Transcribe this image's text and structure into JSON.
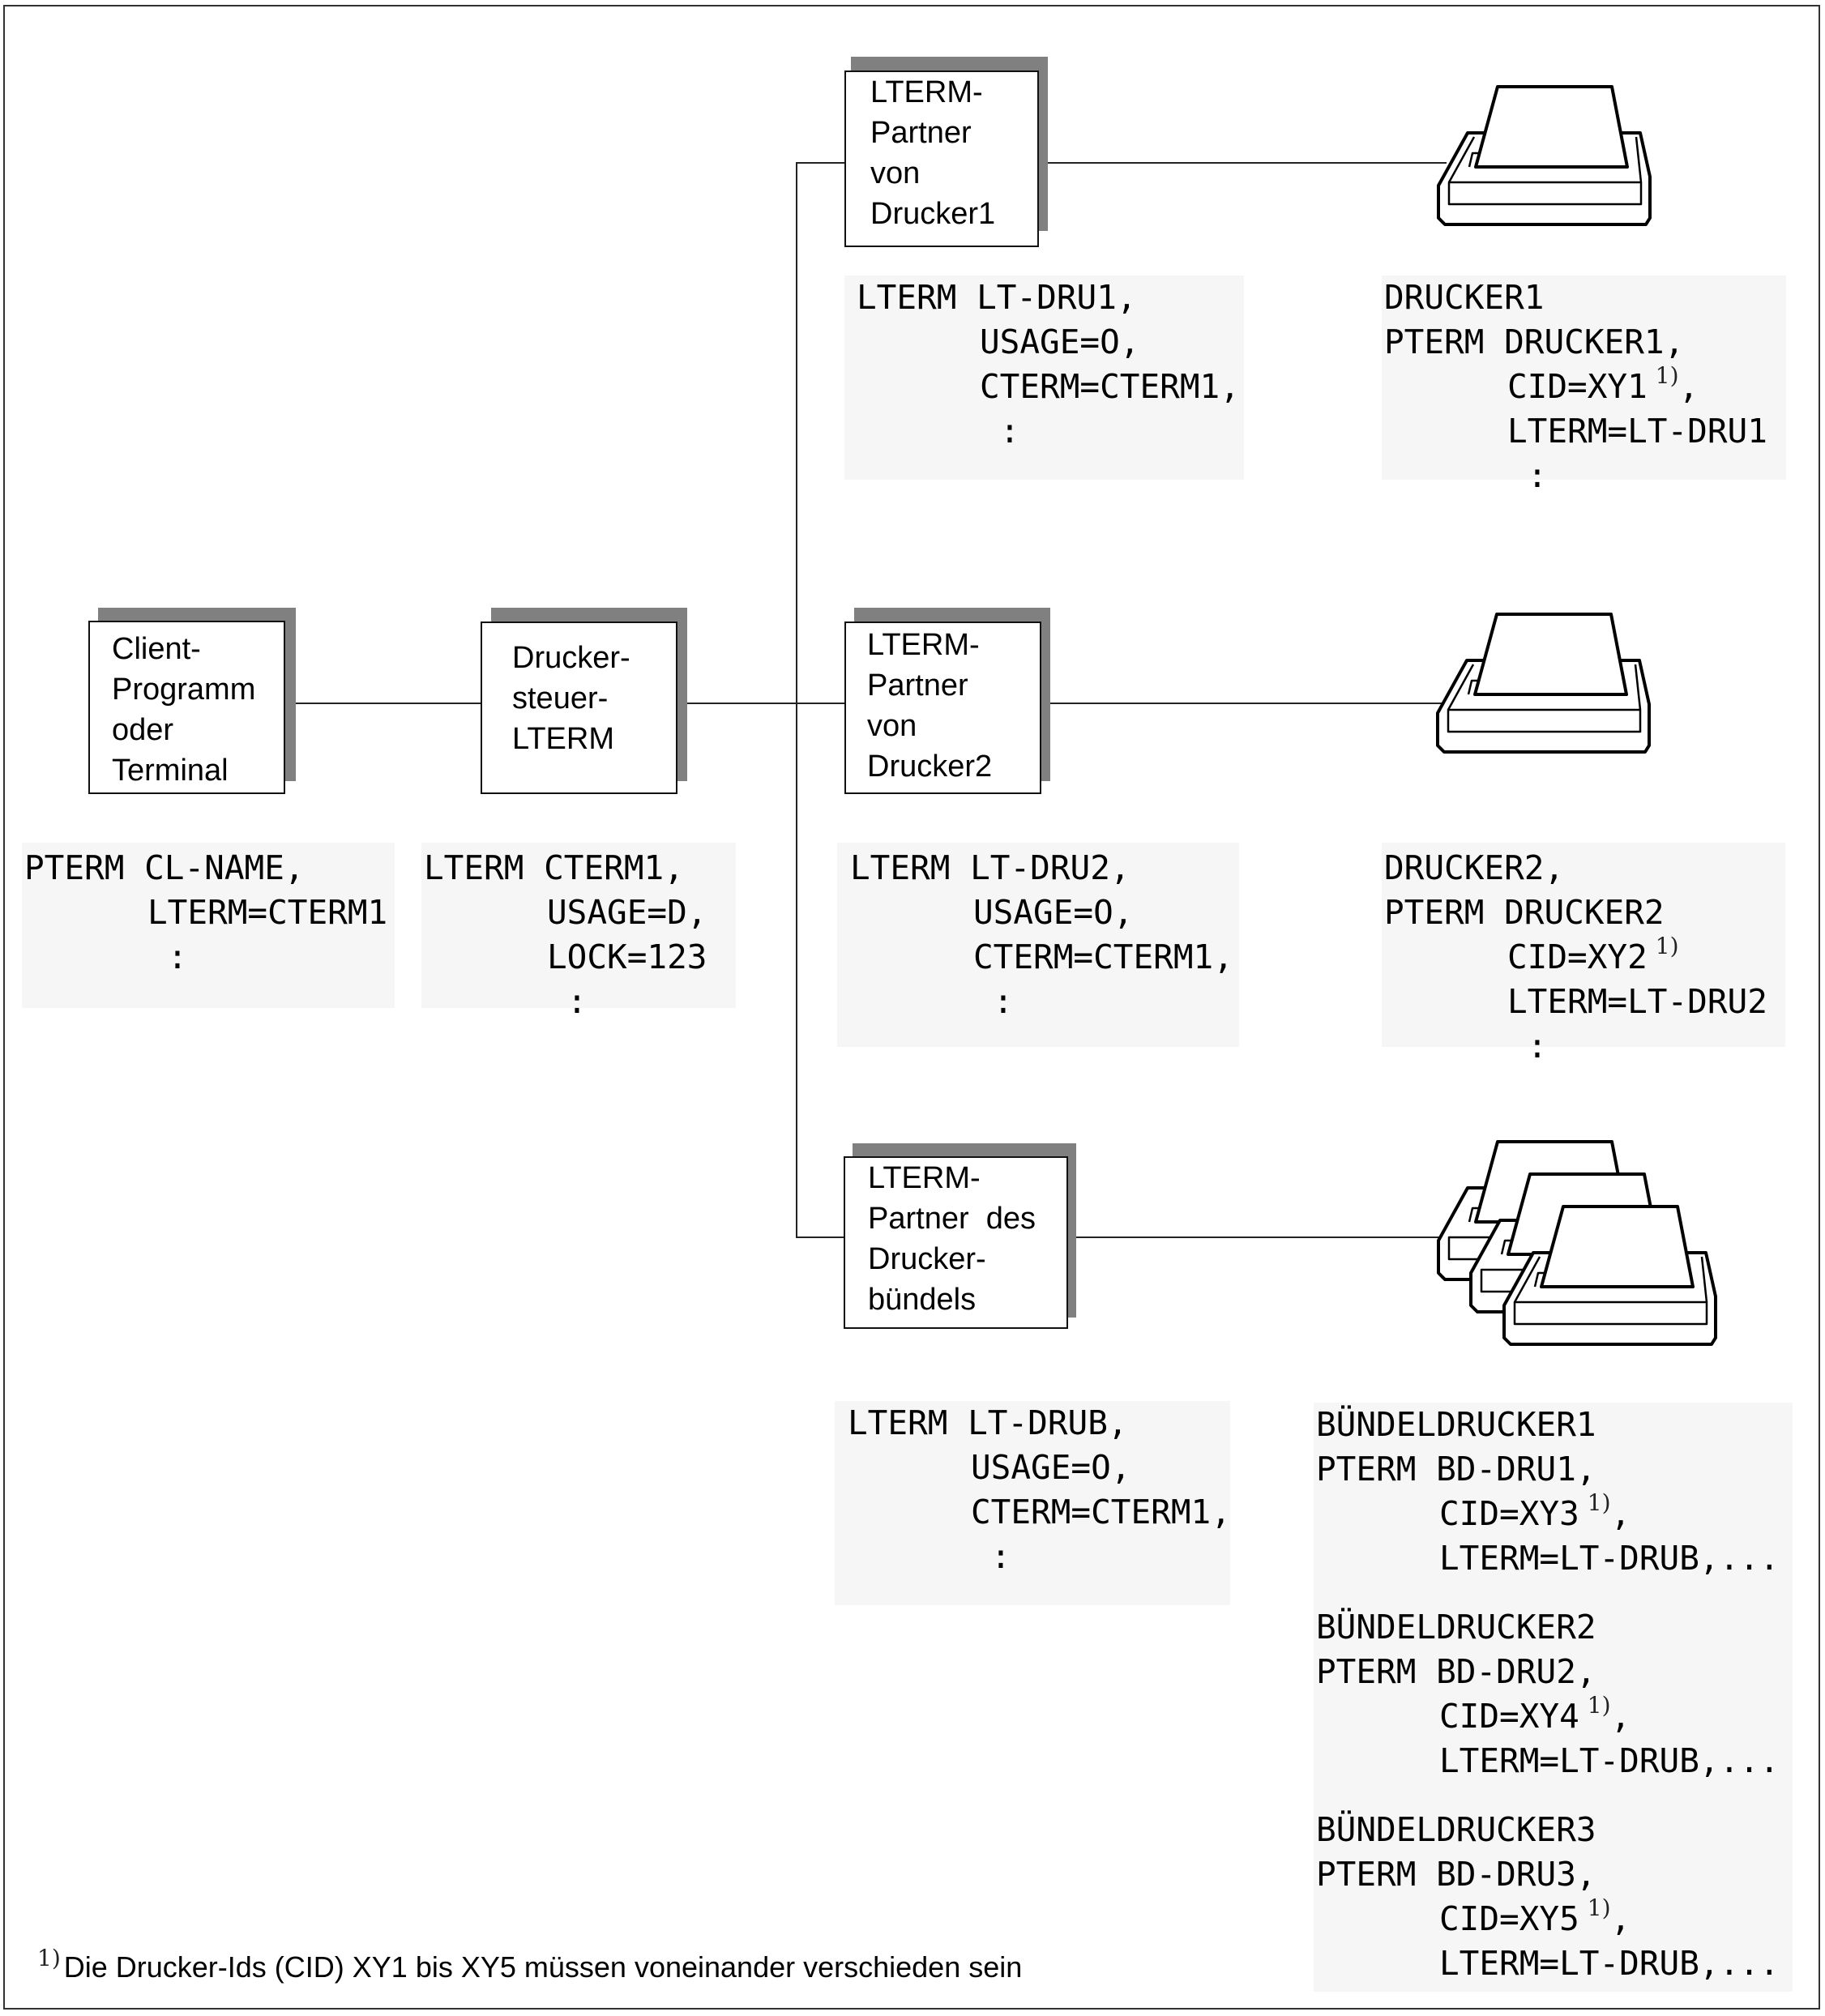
{
  "diagram": {
    "nodes": {
      "client": {
        "lines": [
          "Client-",
          "Programm",
          "oder",
          "Terminal"
        ]
      },
      "control_lterm": {
        "lines": [
          "Drucker-",
          "steuer-",
          "LTERM"
        ]
      },
      "lterm_partner_1": {
        "lines": [
          "LTERM-",
          "Partner",
          "von",
          "Drucker1"
        ]
      },
      "lterm_partner_2": {
        "lines": [
          "LTERM-",
          "Partner",
          "von",
          "Drucker2"
        ]
      },
      "lterm_partner_bundle": {
        "lines": [
          "LTERM-",
          "Partner  des",
          "Drucker-",
          "bündels"
        ]
      }
    },
    "printers": [
      {
        "name": "printer-1",
        "count": 1
      },
      {
        "name": "printer-2",
        "count": 1
      },
      {
        "name": "printer-bundle",
        "count": 3
      }
    ],
    "code_blocks": {
      "client": {
        "lines": [
          "PTERM CL-NAME,",
          "LTERM=CTERM1",
          " :"
        ]
      },
      "control_lterm": {
        "lines": [
          "LTERM CTERM1,",
          "USAGE=D,",
          "LOCK=123",
          " :"
        ]
      },
      "lterm_dru1": {
        "lines": [
          "LTERM LT-DRU1,",
          "USAGE=O,",
          "CTERM=CTERM1,",
          " :"
        ]
      },
      "drucker1": {
        "lines": [
          "DRUCKER1",
          "PTERM DRUCKER1,",
          "CID=XY1",
          ",",
          "LTERM=LT-DRU1",
          " :"
        ],
        "footnote_mark": "1)"
      },
      "lterm_dru2": {
        "lines": [
          "LTERM LT-DRU2,",
          "USAGE=O,",
          "CTERM=CTERM1,",
          " :"
        ]
      },
      "drucker2": {
        "lines": [
          "DRUCKER2,",
          "PTERM DRUCKER2",
          "CID=XY2",
          "",
          "LTERM=LT-DRU2",
          " :"
        ],
        "footnote_mark": "1)"
      },
      "lterm_drub": {
        "lines": [
          "LTERM LT-DRUB,",
          "USAGE=O,",
          "CTERM=CTERM1,",
          " :"
        ]
      },
      "bundle_printers": [
        {
          "lines": [
            "BÜNDELDRUCKER1",
            "PTERM BD-DRU1,",
            "CID=XY3",
            ",",
            "LTERM=LT-DRUB,..."
          ],
          "footnote_mark": "1)"
        },
        {
          "lines": [
            "BÜNDELDRUCKER2",
            "PTERM BD-DRU2,",
            "CID=XY4",
            ",",
            "LTERM=LT-DRUB,..."
          ],
          "footnote_mark": "1)"
        },
        {
          "lines": [
            "BÜNDELDRUCKER3",
            "PTERM BD-DRU3,",
            "CID=XY5",
            ",",
            "LTERM=LT-DRUB,..."
          ],
          "footnote_mark": "1)"
        }
      ]
    },
    "footnote": {
      "mark": "1)",
      "text": "Die Drucker-Ids (CID) XY1 bis XY5 müssen voneinander verschieden sein"
    },
    "colors": {
      "shadow": "#808080",
      "code_background": "#f6f6f6",
      "line": "#222222"
    }
  }
}
